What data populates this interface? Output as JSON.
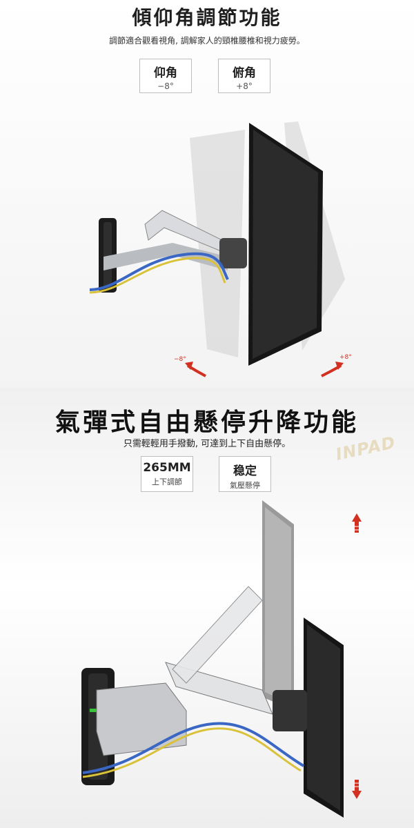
{
  "section1": {
    "title": "傾仰角調節功能",
    "subtitle": "調節適合觀看視角, 調解家人的頸椎腰椎和視力疲勞。",
    "boxes": [
      {
        "label": "仰角",
        "value": "−8°"
      },
      {
        "label": "俯角",
        "value": "+8°"
      }
    ],
    "angle_left": "−8°",
    "angle_right": "+8°"
  },
  "section2": {
    "title": "氣彈式自由懸停升降功能",
    "subtitle": "只需輕輕用手撥動, 可達到上下自由懸停。",
    "boxes": [
      {
        "label": "265MM",
        "value": "上下調節"
      },
      {
        "label": "稳定",
        "value": "氣壓懸停"
      }
    ]
  },
  "brand": "INPAD",
  "colors": {
    "arrow_red": "#d23020",
    "cable_blue": "#3a66c4",
    "cable_yellow": "#d9c23a"
  }
}
